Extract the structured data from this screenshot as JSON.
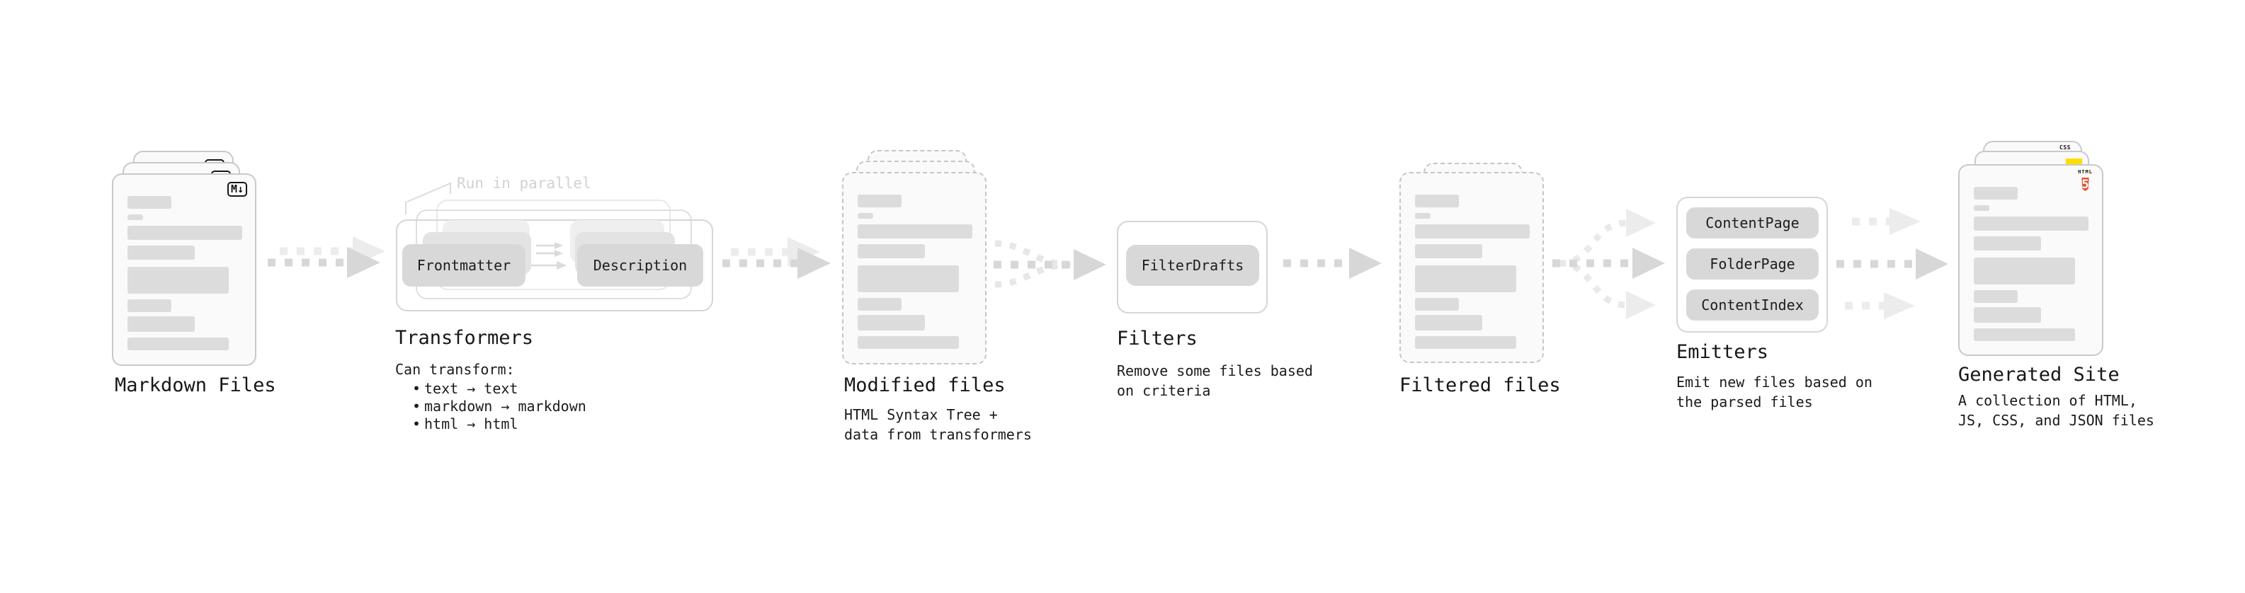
{
  "diagram": {
    "markdown": {
      "title": "Markdown Files",
      "file_badge": "M↓"
    },
    "transformers": {
      "title": "Transformers",
      "annotation": "Run in parallel",
      "nodes": [
        "Frontmatter",
        "Description"
      ],
      "caption": "Can transform:",
      "bullet_char": "•",
      "bullets": [
        "text → text",
        "markdown → markdown",
        "html → html"
      ]
    },
    "modified": {
      "title": "Modified files",
      "caption_lines": [
        "HTML Syntax Tree +",
        "data from transformers"
      ]
    },
    "filters": {
      "title": "Filters",
      "nodes": [
        "FilterDrafts"
      ],
      "caption_lines": [
        "Remove some files based",
        "on criteria"
      ]
    },
    "filtered": {
      "title": "Filtered files"
    },
    "emitters": {
      "title": "Emitters",
      "nodes": [
        "ContentPage",
        "FolderPage",
        "ContentIndex"
      ],
      "caption_lines": [
        "Emit new files based on",
        "the parsed files"
      ]
    },
    "generated": {
      "title": "Generated Site",
      "caption_lines": [
        "A collection of HTML,",
        "JS, CSS, and JSON files"
      ],
      "badge_css": "CSS",
      "badge_html": "HTML",
      "badge_html_number": "5"
    }
  },
  "colors": {
    "html5_orange": "#e8512a",
    "js_yellow": "#ffdd00",
    "css_blue": "#2b62f6",
    "arrow_dark": "#d7d7d7",
    "arrow_light": "#ececec",
    "placeholder_bar": "#dcdcdc",
    "card_border": "#c9c9c9",
    "text": "#1b1b1b"
  }
}
